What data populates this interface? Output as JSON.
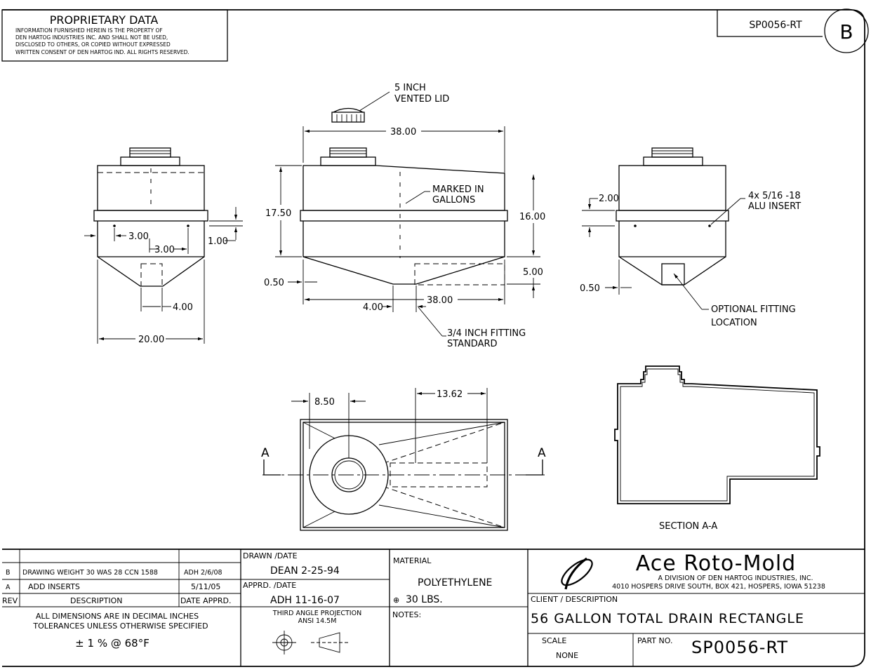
{
  "proprietary": {
    "title": "PROPRIETARY DATA",
    "lines": [
      "INFORMATION FURNISHED HEREIN IS THE PROPERTY OF",
      "DEN HARTOG INDUSTRIES INC. AND SHALL NOT BE USED,",
      "DISCLOSED TO OTHERS, OR COPIED WITHOUT EXPRESSED",
      "WRITTEN CONSENT OF DEN HARTOG IND. ALL RIGHTS RESERVED."
    ]
  },
  "header": {
    "part_code": "SP0056-RT",
    "revision_letter": "B"
  },
  "callouts": {
    "vented_lid": [
      "5 INCH",
      "VENTED LID"
    ],
    "marked": [
      "MARKED IN",
      "GALLONS"
    ],
    "alu_insert": [
      "4x 5/16 -18",
      "ALU INSERT"
    ],
    "fitting_standard": [
      "3/4 INCH FITTING",
      "STANDARD"
    ],
    "optional_fitting": [
      "OPTIONAL FITTING",
      "LOCATION"
    ],
    "section": "SECTION A-A",
    "section_mark": "A"
  },
  "dims": {
    "left_300a": "3.00",
    "left_300b": "3.00",
    "left_100": "1.00",
    "left_400": "4.00",
    "left_2000": "20.00",
    "front_top_3800": "38.00",
    "front_1750": "17.50",
    "front_1600": "16.00",
    "front_050": "0.50",
    "front_500": "5.00",
    "front_400": "4.00",
    "front_bot_3800": "38.00",
    "right_200": "2.00",
    "right_050": "0.50",
    "top_850": "8.50",
    "top_1362": "13.62"
  },
  "title_block": {
    "revisions": [
      {
        "rev": "B",
        "description": "DRAWING WEIGHT 30 WAS 28  CCN 1588",
        "date": "ADH 2/6/08"
      },
      {
        "rev": "A",
        "description": "ADD INSERTS",
        "date": "5/11/05"
      }
    ],
    "rev_header": "REV",
    "desc_header": "DESCRIPTION",
    "date_header": "DATE APPRD.",
    "tolerance_note": [
      "ALL DIMENSIONS ARE IN DECIMAL INCHES",
      "TOLERANCES UNLESS OTHERWISE SPECIFIED"
    ],
    "tolerance_value": "± 1  %  @  68°F",
    "drawn_label": "DRAWN /DATE",
    "drawn_value": "DEAN  2-25-94",
    "apprd_label": "APPRD. /DATE",
    "apprd_value": "ADH    11-16-07",
    "projection": [
      "THIRD ANGLE PROJECTION",
      "ANSI 14.5M"
    ],
    "material_label": "MATERIAL",
    "material_value": "POLYETHYLENE",
    "weight": "30 LBS.",
    "notes_label": "NOTES:",
    "company": "Ace Roto-Mold",
    "division": "A DIVISION OF DEN HARTOG INDUSTRIES, INC.",
    "address": "4010 HOSPERS DRIVE SOUTH, BOX 421, HOSPERS, IOWA 51238",
    "client_label": "CLIENT / DESCRIPTION",
    "client_value": "56 GALLON TOTAL DRAIN RECTANGLE",
    "scale_label": "SCALE",
    "scale_value": "NONE",
    "part_label": "PART NO.",
    "part_value": "SP0056-RT"
  }
}
